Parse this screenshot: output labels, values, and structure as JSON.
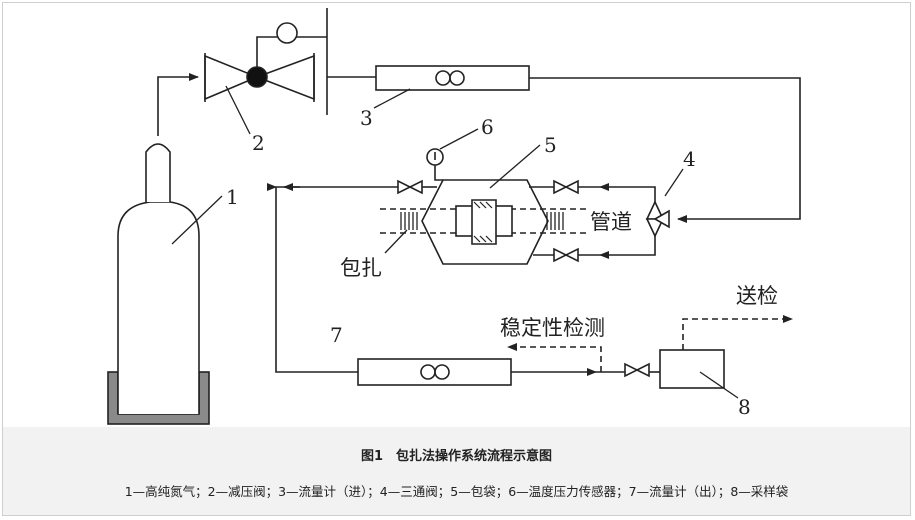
{
  "diagram": {
    "numbers": {
      "n1": "1",
      "n2": "2",
      "n3": "3",
      "n4": "4",
      "n5": "5",
      "n6": "6",
      "n7": "7",
      "n8": "8"
    },
    "labels": {
      "pipe": "管道",
      "wrap": "包扎",
      "stability": "稳定性检测",
      "inspect": "送检"
    }
  },
  "caption": {
    "title": "图1　包扎法操作系统流程示意图",
    "legend": "1—高纯氮气；2—减压阀；3—流量计（进）；4—三通阀；5—包袋；6—温度压力传感器；7—流量计（出）；8—采样袋"
  }
}
